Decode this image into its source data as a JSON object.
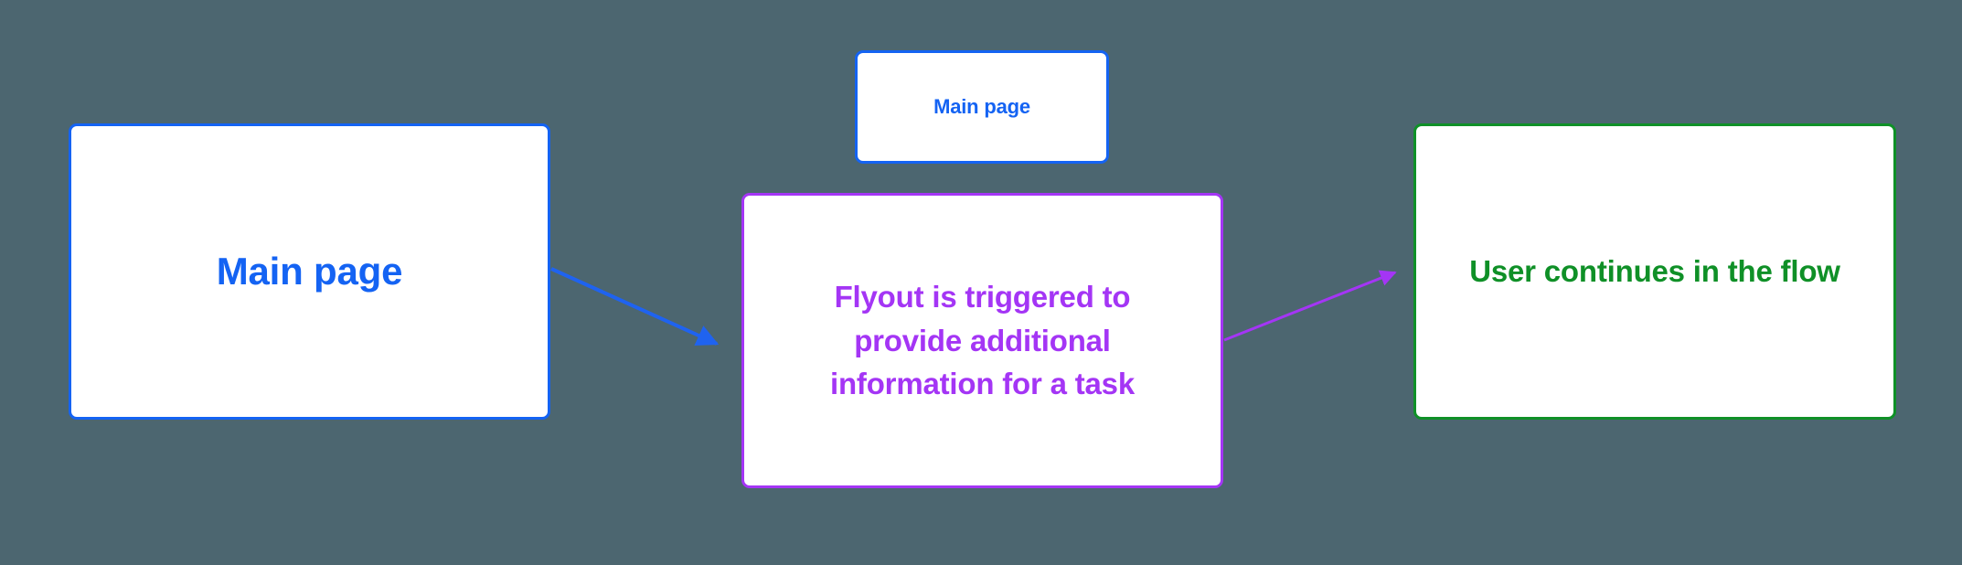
{
  "diagram": {
    "background_color": "#4c6670",
    "nodes": [
      {
        "id": "main-page-large",
        "label": "Main page",
        "accent_color": "#1463f3"
      },
      {
        "id": "main-page-small",
        "label": "Main page",
        "accent_color": "#1463f3"
      },
      {
        "id": "flyout",
        "label": "Flyout is triggered to\nprovide additional\ninformation for a task",
        "accent_color": "#a435f5"
      },
      {
        "id": "user-continues",
        "label": "User continues in the flow",
        "accent_color": "#0f9027"
      }
    ],
    "edges": [
      {
        "id": "main-page-to-flyout",
        "from": "main-page-large",
        "to": "flyout",
        "color": "#1f63f0",
        "marker": "arrowhead"
      },
      {
        "id": "flyout-to-user-continues",
        "from": "flyout",
        "to": "user-continues",
        "color": "#a435f5",
        "marker": "arrowhead"
      }
    ]
  }
}
